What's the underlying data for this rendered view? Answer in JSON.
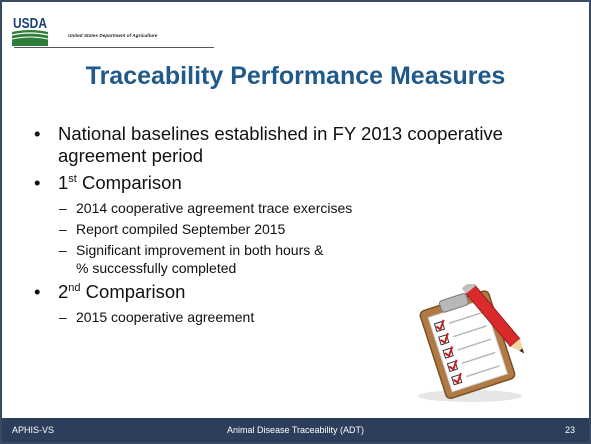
{
  "header": {
    "logo_text": "USDA",
    "agency": "United States Department of Agriculture"
  },
  "title": "Traceability Performance Measures",
  "bullets": {
    "b1": "National baselines established in FY 2013 cooperative agreement period",
    "b2": {
      "num": "1",
      "sup": "st",
      "label": " Comparison",
      "subs": [
        "2014 cooperative agreement trace exercises",
        "Report compiled September 2015",
        "Significant improvement in both hours &"
      ],
      "sub3_cont": "% successfully completed"
    },
    "b3": {
      "num": "2",
      "sup": "nd",
      "label": " Comparison",
      "subs": [
        "2015 cooperative agreement"
      ]
    },
    "bullet_glyph": "•",
    "dash_glyph": "–"
  },
  "footer": {
    "left": "APHIS-VS",
    "center": "Animal Disease Traceability (ADT)",
    "page": "23"
  },
  "colors": {
    "title": "#1f5a8a",
    "footer_bg": "#2c3e5c",
    "logo_blue": "#1b3f7a",
    "logo_green": "#2e7d3a"
  },
  "icons": [
    "usda-logo",
    "clipboard-checklist-icon",
    "pencil-icon"
  ]
}
